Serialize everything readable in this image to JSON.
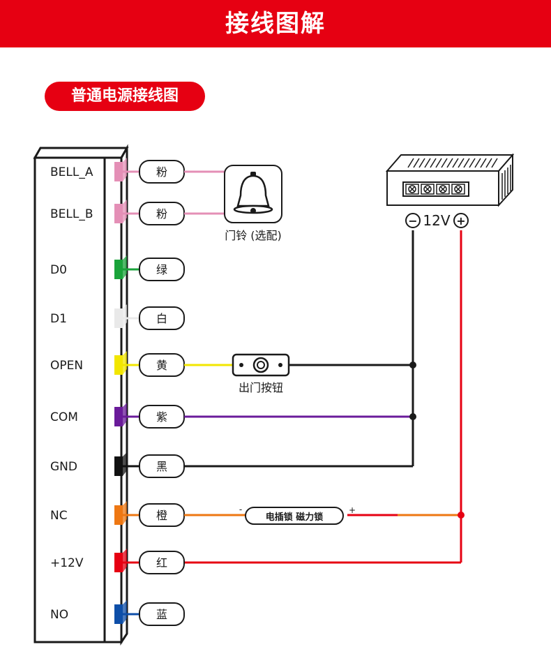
{
  "header": {
    "title": "接线图解"
  },
  "section": {
    "title": "普通电源接线图"
  },
  "terminals": [
    {
      "name": "BELL_A",
      "wire": "粉",
      "color": "#e48fb6"
    },
    {
      "name": "BELL_B",
      "wire": "粉",
      "color": "#e48fb6"
    },
    {
      "name": "D0",
      "wire": "绿",
      "color": "#1aa33a"
    },
    {
      "name": "D1",
      "wire": "白",
      "color": "#e9e9e9"
    },
    {
      "name": "OPEN",
      "wire": "黄",
      "color": "#f2e600"
    },
    {
      "name": "COM",
      "wire": "紫",
      "color": "#6a1b9a"
    },
    {
      "name": "GND",
      "wire": "黑",
      "color": "#111111"
    },
    {
      "name": "NC",
      "wire": "橙",
      "color": "#ee7712"
    },
    {
      "name": "+12V",
      "wire": "红",
      "color": "#e60012"
    },
    {
      "name": "NO",
      "wire": "蓝",
      "color": "#0d4ea8"
    }
  ],
  "doorbell": {
    "label": "门铃 (选配)",
    "icon": "bell-icon"
  },
  "exit_button": {
    "label": "出门按钮"
  },
  "power_supply": {
    "voltage": "12V",
    "minus": "−",
    "plus": "+"
  },
  "lock": {
    "label": "电插锁 磁力锁",
    "minus": "-",
    "plus": "+"
  }
}
